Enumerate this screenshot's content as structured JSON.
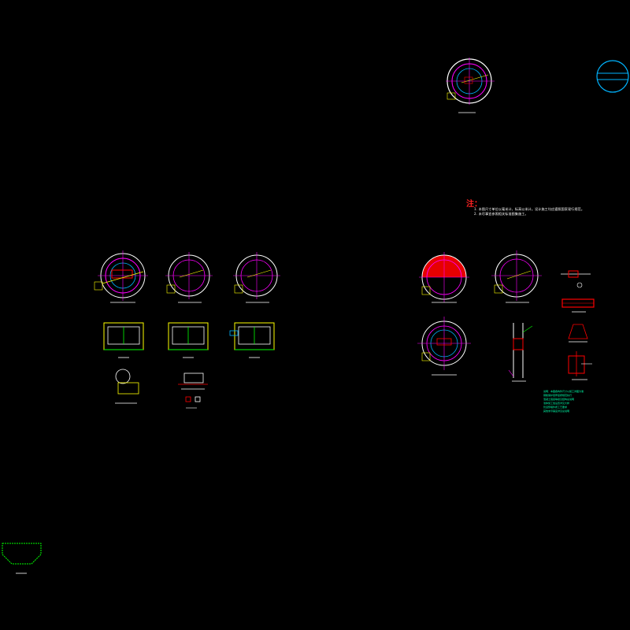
{
  "notes": {
    "title": "注：",
    "lines": [
      "1. 本图尺寸单位以毫米计，标高以米计。设计施工均应遵照国家现行规范。",
      "2. 未尽事宜参照相关标准图集施工。"
    ]
  },
  "legend_notes": [
    "说明：本图各构件尺寸以施工详图为准",
    "钢筋保护层厚度按规范执行",
    "混凝土强度等级见结构总说明",
    "池体施工缝设置详见大样",
    "管道预埋件按工艺要求",
    "其他未尽事宜详见总说明"
  ],
  "colors": {
    "background": "#000000",
    "circle_white": "#ffffff",
    "circle_magenta": "#ff00ff",
    "circle_cyan": "#00b4ff",
    "dimension_yellow": "#ffff00",
    "red": "#ff0000",
    "green": "#00ff00",
    "note_green": "#00ffaa"
  }
}
